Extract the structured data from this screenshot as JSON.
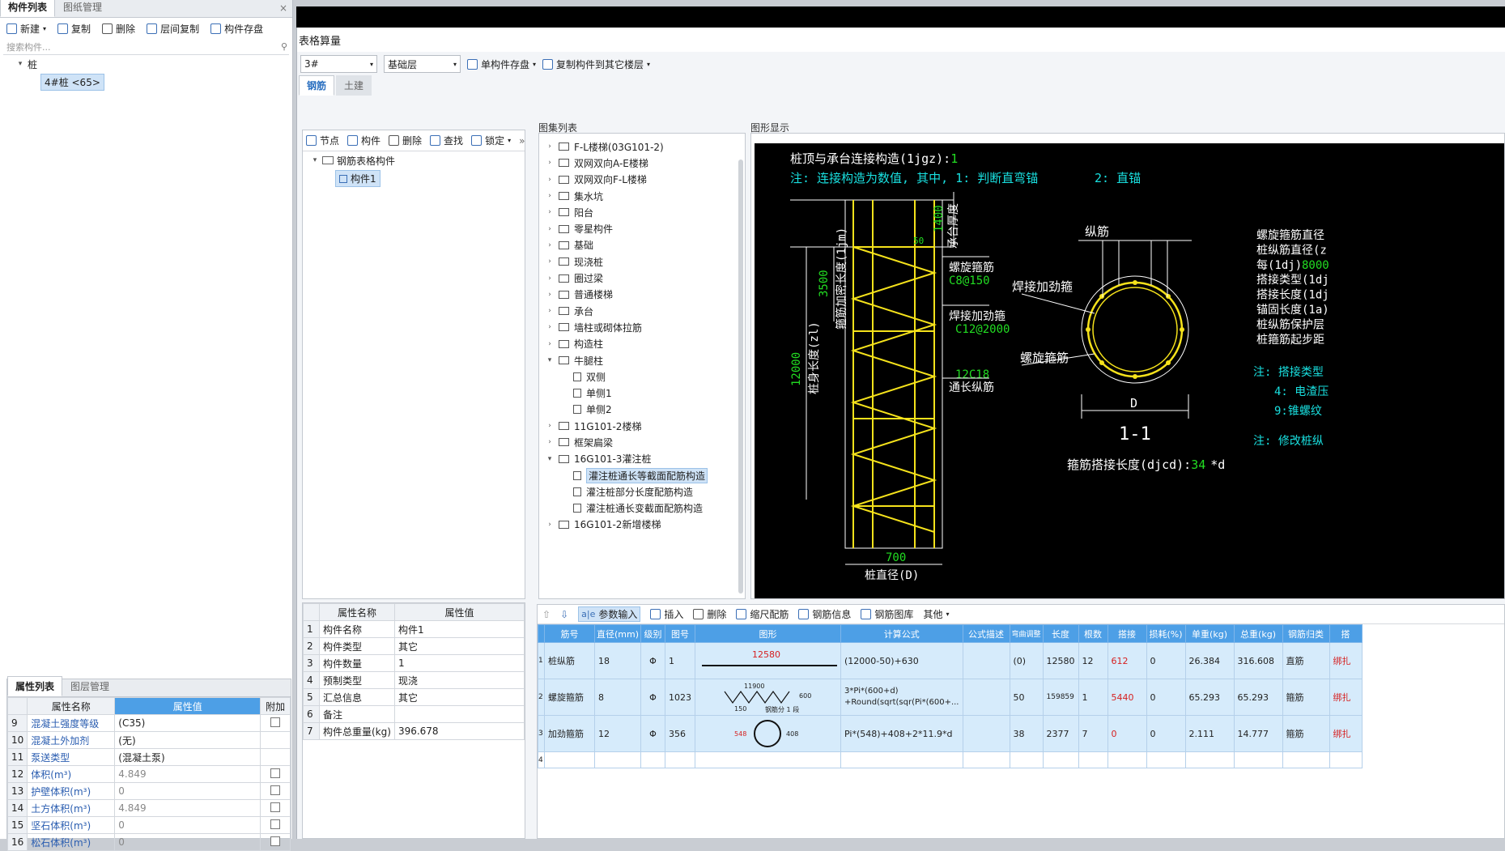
{
  "left_panel": {
    "tabs": [
      "构件列表",
      "图纸管理"
    ],
    "toolbar": [
      "新建",
      "复制",
      "删除",
      "层间复制",
      "构件存盘"
    ],
    "search_placeholder": "搜索构件...",
    "tree_root": "桩",
    "tree_child": "4#桩 <65>",
    "prop_tabs": [
      "属性列表",
      "图层管理"
    ],
    "prop_headers": [
      "属性名称",
      "属性值",
      "附加"
    ],
    "props": [
      {
        "n": "9",
        "name": "混凝土强度等级",
        "value": "(C35)",
        "cb": true
      },
      {
        "n": "10",
        "name": "混凝土外加剂",
        "value": "(无)",
        "cb": false
      },
      {
        "n": "11",
        "name": "泵送类型",
        "value": "(混凝土泵)",
        "cb": false
      },
      {
        "n": "12",
        "name": "体积(m³)",
        "value": "4.849",
        "cb": true
      },
      {
        "n": "13",
        "name": "护壁体积(m³)",
        "value": "0",
        "cb": true
      },
      {
        "n": "14",
        "name": "土方体积(m³)",
        "value": "4.849",
        "cb": true
      },
      {
        "n": "15",
        "name": "坚石体积(m³)",
        "value": "0",
        "cb": true
      },
      {
        "n": "16",
        "name": "松石体积(m³)",
        "value": "0",
        "cb": true
      }
    ]
  },
  "main": {
    "title": "表格算量",
    "combo_1": "3#",
    "combo_2": "基础层",
    "btn_save": "单构件存盘",
    "btn_copy": "复制构件到其它楼层",
    "tabs": [
      "钢筋",
      "土建"
    ],
    "comp_toolbar": [
      "节点",
      "构件",
      "删除",
      "查找",
      "锁定"
    ],
    "comp_tree_root": "钢筋表格构件",
    "comp_tree_child": "构件1",
    "attr_headers": [
      "属性名称",
      "属性值"
    ],
    "attrs": [
      {
        "n": "1",
        "name": "构件名称",
        "value": "构件1"
      },
      {
        "n": "2",
        "name": "构件类型",
        "value": "其它"
      },
      {
        "n": "3",
        "name": "构件数量",
        "value": "1"
      },
      {
        "n": "4",
        "name": "预制类型",
        "value": "现浇"
      },
      {
        "n": "5",
        "name": "汇总信息",
        "value": "其它"
      },
      {
        "n": "6",
        "name": "备注",
        "value": ""
      },
      {
        "n": "7",
        "name": "构件总重量(kg)",
        "value": "396.678"
      }
    ],
    "atlas_label": "图集列表",
    "atlas": [
      {
        "label": "F-L楼梯(03G101-2)",
        "type": "folder"
      },
      {
        "label": "双网双向A-E楼梯",
        "type": "folder"
      },
      {
        "label": "双网双向F-L楼梯",
        "type": "folder"
      },
      {
        "label": "集水坑",
        "type": "folder"
      },
      {
        "label": "阳台",
        "type": "folder"
      },
      {
        "label": "零星构件",
        "type": "folder"
      },
      {
        "label": "基础",
        "type": "folder"
      },
      {
        "label": "现浇桩",
        "type": "folder"
      },
      {
        "label": "圈过梁",
        "type": "folder"
      },
      {
        "label": "普通楼梯",
        "type": "folder"
      },
      {
        "label": "承台",
        "type": "folder"
      },
      {
        "label": "墙柱或砌体拉筋",
        "type": "folder"
      },
      {
        "label": "构造柱",
        "type": "folder"
      },
      {
        "label": "牛腿柱",
        "type": "open"
      },
      {
        "label": "双侧",
        "type": "doc"
      },
      {
        "label": "单侧1",
        "type": "doc"
      },
      {
        "label": "单侧2",
        "type": "doc"
      },
      {
        "label": "11G101-2楼梯",
        "type": "folder"
      },
      {
        "label": "框架扁梁",
        "type": "folder"
      },
      {
        "label": "16G101-3灌注桩",
        "type": "open"
      },
      {
        "label": "灌注桩通长等截面配筋构造",
        "type": "doc-sel"
      },
      {
        "label": "灌注桩部分长度配筋构造",
        "type": "doc"
      },
      {
        "label": "灌注桩通长变截面配筋构造",
        "type": "doc"
      },
      {
        "label": "16G101-2新增楼梯",
        "type": "folder"
      }
    ],
    "figure_label": "图形显示",
    "grid_toolbar": [
      "参数输入",
      "插入",
      "删除",
      "缩尺配筋",
      "钢筋信息",
      "钢筋图库",
      "其他"
    ],
    "grid_headers": [
      "筋号",
      "直径(mm)",
      "级别",
      "图号",
      "图形",
      "计算公式",
      "公式描述",
      "弯曲调整",
      "长度",
      "根数",
      "搭接",
      "损耗(%)",
      "单重(kg)",
      "总重(kg)",
      "钢筋归类",
      "搭"
    ],
    "grid_rows": [
      {
        "n": "1",
        "name": "桩纵筋",
        "dia": "18",
        "grade": "Φ",
        "fig": "1",
        "shape_val": "12580",
        "formula": "(12000-50)+630",
        "desc": "",
        "bend": "(0)",
        "len": "12580",
        "count": "12",
        "lap": "612",
        "loss": "0",
        "unit": "26.384",
        "total": "316.608",
        "cls": "直筋",
        "tie": "绑扎"
      },
      {
        "n": "2",
        "name": "螺旋箍筋",
        "dia": "8",
        "grade": "Φ",
        "fig": "1023",
        "shape_val": "11900",
        "shape_b": "150",
        "shape_c": "600",
        "shape_d": "钢筋分 1 段",
        "formula": "3*Pi*(600+d)",
        "formula2": "+Round(sqrt(sqr(Pi*(600+...",
        "desc": "",
        "bend": "50",
        "len": "159859",
        "count": "1",
        "lap": "5440",
        "loss": "0",
        "unit": "65.293",
        "total": "65.293",
        "cls": "箍筋",
        "tie": "绑扎"
      },
      {
        "n": "3",
        "name": "加劲箍筋",
        "dia": "12",
        "grade": "Φ",
        "fig": "356",
        "shape_val": "548",
        "shape_b": "408",
        "formula": "Pi*(548)+408+2*11.9*d",
        "desc": "",
        "bend": "38",
        "len": "2377",
        "count": "7",
        "lap": "0",
        "loss": "0",
        "unit": "2.111",
        "total": "14.777",
        "cls": "箍筋",
        "tie": "绑扎"
      }
    ],
    "grid_empty_row": "4"
  },
  "cad": {
    "line1": "桩顶与承台连接构造(1jgz):",
    "line1_val": "1",
    "line2": "注: 连接构造为数值, 其中, 1: 判断直弯锚",
    "line2b": "2: 直锚",
    "dim_1400": "1400",
    "lbl_cap": "承台厚度",
    "dim_50": "50",
    "dim_3500": "3500",
    "lbl_dense": "箍筋加密长度(1jm)",
    "dim_12000": "12000",
    "lbl_body": "桩身长度(zl)",
    "spiral_lbl": "螺旋箍筋",
    "spiral_val": "C8@150",
    "weld_lbl": "焊接加劲箍",
    "weld_val": "C12@2000",
    "long_val": "12C18",
    "long_lbl": "通长纵筋",
    "dim_700": "700",
    "lbl_dia": "桩直径(D)",
    "sec_long": "纵筋",
    "sec_weld": "焊接加劲箍",
    "sec_spiral": "螺旋箍筋",
    "sec_D": "D",
    "sec_title": "1-1",
    "lap_lbl": "箍筋搭接长度(djcd):",
    "lap_val": "34",
    "lap_unit": "*d",
    "right_lines": [
      "螺旋箍筋直径",
      "桩纵筋直径(z",
      "每(1dj)",
      "搭接类型(1dj",
      "搭接长度(1dj",
      "锚固长度(1a)",
      "桩纵筋保护层",
      "桩箍筋起步距"
    ],
    "right_val": "8000",
    "note1": "注: 搭接类型",
    "note2": "4: 电渣压",
    "note3": "9:锥螺纹",
    "note4": "注: 修改桩纵"
  },
  "colors": {
    "accent": "#4d9fe6",
    "cad_yellow": "#f5e21b",
    "cad_green": "#22dd22",
    "cad_cyan": "#19e0e0"
  }
}
